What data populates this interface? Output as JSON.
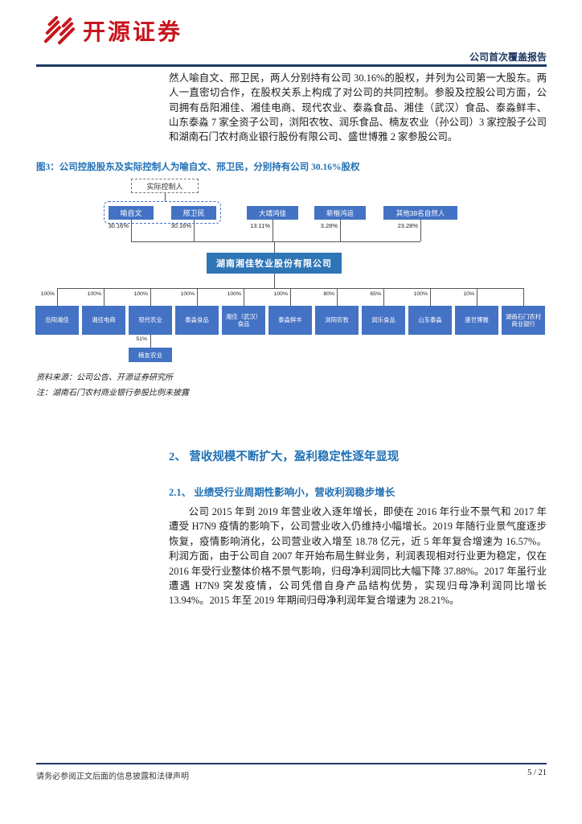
{
  "colors": {
    "brand_red": "#C7161E",
    "navy": "#1F3864",
    "accent_blue": "#2070B4",
    "box_blue": "#4472C4",
    "box_blue_dark": "#2E75B6"
  },
  "header": {
    "brand": "开源证券",
    "report_type": "公司首次覆盖报告"
  },
  "intro_paragraph": "然人喻自文、邢卫民，两人分别持有公司 30.16%的股权，并列为公司第一大股东。两人一直密切合作，在股权关系上构成了对公司的共同控制。参股及控股公司方面，公司拥有岳阳湘佳、湘佳电商、现代农业、泰淼食品、湘佳（武汉）食品、泰淼鲜丰、山东泰淼 7 家全资子公司，浏阳农牧、润乐食品、楠友农业（孙公司）3 家控股子公司和湖南石门农村商业银行股份有限公司、盛世博雅 2 家参股公司。",
  "figure": {
    "caption": "图3：公司控股股东及实际控制人为喻自文、邢卫民，分别持有公司 30.16%股权",
    "source": "资料来源：公司公告、开源证券研究所",
    "note": "注：湖南石门农村商业银行参股比例未披露",
    "chart": {
      "top": "实际控制人",
      "shareholders": [
        {
          "name": "喻自文",
          "pct": "30.16%"
        },
        {
          "name": "邢卫民",
          "pct": "30.16%"
        },
        {
          "name": "大靖鸿佳",
          "pct": "13.11%"
        },
        {
          "name": "新楷鸿运",
          "pct": "3.28%"
        },
        {
          "name": "其他38名自然人",
          "pct": "23.28%"
        }
      ],
      "company": "湖南湘佳牧业股份有限公司",
      "subsidiaries": [
        {
          "name": "岳阳湘佳",
          "pct": "100%"
        },
        {
          "name": "湘佳电商",
          "pct": "100%"
        },
        {
          "name": "现代农业",
          "pct": "100%"
        },
        {
          "name": "泰淼食品",
          "pct": "100%"
        },
        {
          "name": "湘佳（武汉）食品",
          "pct": "100%"
        },
        {
          "name": "泰淼鲜丰",
          "pct": "100%"
        },
        {
          "name": "浏阳农牧",
          "pct": "80%"
        },
        {
          "name": "润乐食品",
          "pct": "65%"
        },
        {
          "name": "山东泰淼",
          "pct": "100%"
        },
        {
          "name": "盛世博雅",
          "pct": "10%"
        },
        {
          "name": "湖南石门农村商业银行",
          "pct": ""
        }
      ],
      "grandchild": {
        "name": "楠友农业",
        "pct": "51%"
      }
    }
  },
  "section": {
    "title": "2、 营收规模不断扩大，盈利稳定性逐年显现",
    "subtitle": "2.1、 业绩受行业周期性影响小，营收利润稳步增长",
    "paragraph": "公司 2015 年到 2019 年营业收入逐年增长，即使在 2016 年行业不景气和 2017 年遭受 H7N9 疫情的影响下，公司营业收入仍维持小幅增长。2019 年随行业景气度逐步恢复，疫情影响消化，公司营业收入增至 18.78 亿元，近 5 年年复合增速为 16.57%。利润方面，由于公司自 2007 年开始布局生鲜业务，利润表现相对行业更为稳定，仅在 2016 年受行业整体价格不景气影响，归母净利润同比大幅下降 37.88%。2017 年虽行业遭遇 H7N9 突发疫情，公司凭借自身产品结构优势，实现归母净利润同比增长 13.94%。2015 年至 2019 年期间归母净利润年复合增速为 28.21%。"
  },
  "footer": {
    "disclaimer": "请务必参阅正文后面的信息披露和法律声明",
    "page": "5 / 21"
  }
}
